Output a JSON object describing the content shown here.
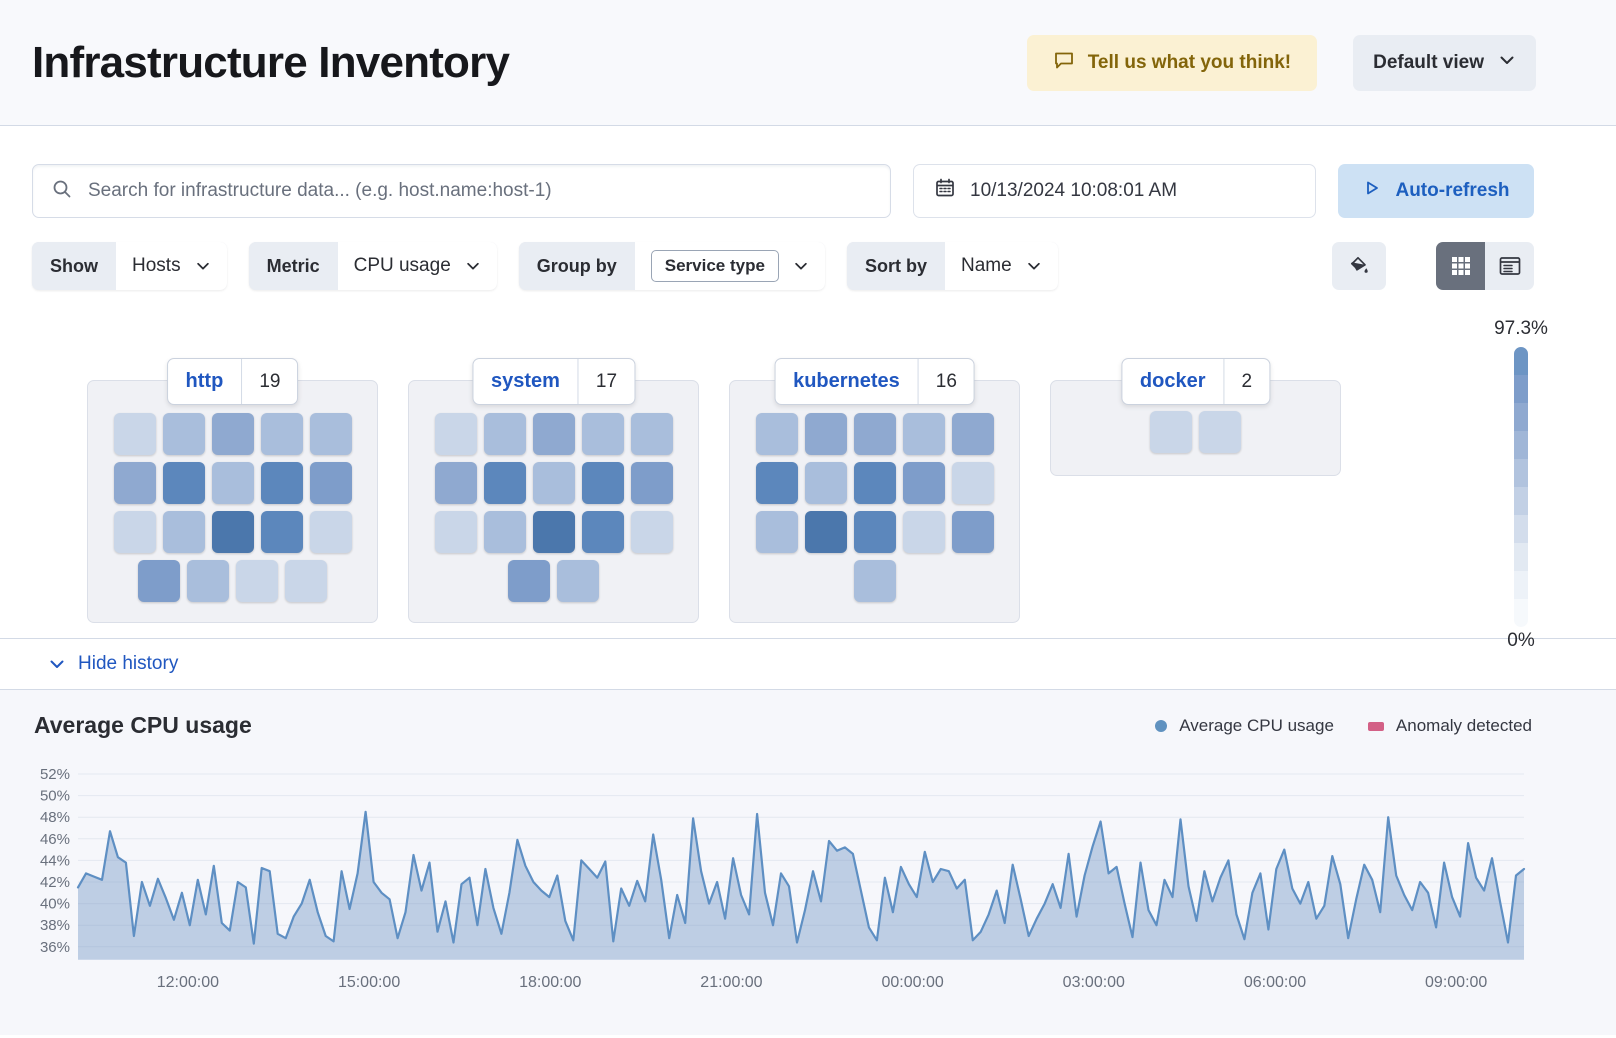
{
  "header": {
    "title": "Infrastructure Inventory",
    "feedback_label": "Tell us what you think!",
    "view_label": "Default view"
  },
  "toolbar": {
    "search_placeholder": "Search for infrastructure data... (e.g. host.name:host-1)",
    "datetime": "10/13/2024 10:08:01 AM",
    "autorefresh_label": "Auto-refresh"
  },
  "filters": {
    "show_label": "Show",
    "show_value": "Hosts",
    "metric_label": "Metric",
    "metric_value": "CPU usage",
    "groupby_label": "Group by",
    "groupby_value": "Service type",
    "sortby_label": "Sort by",
    "sortby_value": "Name"
  },
  "legend_scale": {
    "max": "97.3%",
    "min": "0%",
    "steps": [
      "#6D95C4",
      "#7E9DCA",
      "#8FA9D0",
      "#A0B6D7",
      "#B1C3DE",
      "#C2D0E5",
      "#D3DDEC",
      "#E2E9F2",
      "#EDF2F8",
      "#F6F9FC"
    ]
  },
  "palette": {
    "1": "#DAE3F0",
    "2": "#C9D6E8",
    "3": "#A9BEDC",
    "4": "#8FA9D0",
    "5": "#7E9DCA",
    "6": "#5C87BC",
    "7": "#4B77AC"
  },
  "groups": [
    {
      "name": "http",
      "count": "19",
      "rows": [
        [
          2,
          3,
          4,
          3,
          3
        ],
        [
          4,
          6,
          3,
          6,
          5
        ],
        [
          2,
          3,
          7,
          6,
          2
        ],
        [
          5,
          3,
          2,
          2
        ]
      ]
    },
    {
      "name": "system",
      "count": "17",
      "rows": [
        [
          2,
          3,
          4,
          3,
          3
        ],
        [
          4,
          6,
          3,
          6,
          5
        ],
        [
          2,
          3,
          7,
          6,
          2
        ],
        [
          5,
          3
        ]
      ]
    },
    {
      "name": "kubernetes",
      "count": "16",
      "rows": [
        [
          3,
          4,
          4,
          3,
          4
        ],
        [
          6,
          3,
          6,
          5,
          2
        ],
        [
          3,
          7,
          6,
          2,
          5
        ],
        [
          3
        ]
      ]
    },
    {
      "name": "docker",
      "count": "2",
      "rows": [
        [
          2,
          2
        ]
      ]
    }
  ],
  "history": {
    "toggle_label": "Hide history",
    "legend": [
      {
        "label": "Average CPU usage",
        "color": "#6092C0",
        "shape": "dot"
      },
      {
        "label": "Anomaly detected",
        "color": "#D36086",
        "shape": "rect"
      }
    ]
  },
  "chart_data": {
    "type": "area",
    "title": "Average CPU usage",
    "unit": "%",
    "xlabel": "",
    "ylabel": "",
    "ylim": [
      35,
      53
    ],
    "y_ticks": [
      36,
      38,
      40,
      42,
      44,
      46,
      48,
      50,
      52
    ],
    "x_ticks": [
      "12:00:00",
      "15:00:00",
      "18:00:00",
      "21:00:00",
      "00:00:00",
      "03:00:00",
      "06:00:00",
      "09:00:00"
    ],
    "x_tick_fracs": [
      0.076,
      0.2013,
      0.3266,
      0.4519,
      0.5772,
      0.7025,
      0.8278,
      0.9531
    ],
    "grid": true,
    "legend_position": "top-right",
    "line_color": "#5E8FC3",
    "fill_color": "rgba(122,155,199,0.45)",
    "series": [
      {
        "name": "Average CPU usage",
        "values": [
          41.5,
          42.8,
          42.5,
          42.2,
          46.7,
          44.3,
          43.8,
          37.0,
          42.0,
          39.8,
          42.3,
          40.5,
          38.5,
          41.0,
          38.0,
          42.2,
          39.0,
          43.5,
          38.2,
          37.5,
          42.0,
          41.5,
          36.3,
          43.3,
          43.0,
          37.2,
          36.8,
          38.8,
          40.0,
          42.2,
          39.2,
          37.0,
          36.5,
          43.0,
          39.5,
          42.8,
          48.5,
          42.0,
          41.0,
          40.4,
          36.8,
          39.2,
          44.5,
          41.2,
          43.8,
          37.4,
          40.2,
          36.4,
          41.8,
          42.4,
          38.0,
          43.2,
          39.6,
          37.2,
          41.0,
          45.9,
          43.5,
          42.0,
          41.2,
          40.6,
          42.6,
          38.4,
          36.6,
          44.0,
          43.2,
          42.4,
          43.9,
          36.5,
          41.4,
          39.8,
          42.1,
          40.2,
          46.4,
          42.2,
          36.8,
          40.8,
          38.2,
          47.9,
          43.0,
          40.0,
          42.0,
          38.6,
          44.2,
          40.8,
          39.0,
          48.3,
          41.0,
          38.0,
          42.8,
          41.6,
          36.4,
          39.4,
          43.0,
          40.2,
          45.8,
          44.9,
          45.2,
          44.6,
          41.2,
          37.8,
          36.6,
          42.4,
          39.2,
          43.4,
          41.8,
          40.6,
          44.8,
          42.0,
          43.2,
          43.0,
          41.4,
          42.2,
          36.6,
          37.4,
          39.0,
          41.2,
          38.2,
          43.6,
          40.4,
          37.0,
          38.6,
          40.0,
          41.8,
          39.6,
          44.6,
          38.8,
          42.6,
          45.3,
          47.6,
          42.8,
          43.4,
          40.0,
          36.9,
          43.8,
          39.4,
          38.0,
          42.2,
          40.6,
          47.8,
          41.6,
          38.4,
          43.0,
          40.2,
          42.4,
          44.0,
          39.0,
          36.7,
          41.0,
          42.8,
          37.6,
          43.2,
          45.0,
          41.4,
          40.0,
          42.0,
          38.6,
          39.8,
          44.4,
          41.8,
          36.8,
          40.4,
          43.6,
          42.2,
          39.2,
          48.0,
          42.6,
          40.8,
          39.4,
          42.0,
          41.0,
          37.8,
          43.8,
          40.6,
          38.8,
          45.6,
          42.4,
          41.2,
          44.2,
          40.2,
          36.4,
          42.6,
          43.2
        ]
      }
    ]
  }
}
